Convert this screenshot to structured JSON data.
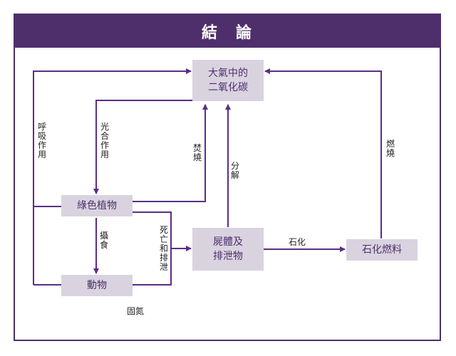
{
  "title": "結　論",
  "nodes": {
    "atmosphere_co2": "大氣中的\n二氧化碳",
    "green_plants": "綠色植物",
    "animals": "動物",
    "remains": "屍體及\n排泄物",
    "fossil_fuels": "石化燃料"
  },
  "labels": {
    "respiration": "呼吸作用",
    "photosynthesis": "光合作用",
    "burning_plants": "焚燒",
    "decomposition": "分解",
    "burning_fuels": "燃燒",
    "ingestion": "攝食",
    "death_excretion": "死亡和排泄",
    "fossilization": "石化",
    "nitrogen_fixation": "固氮"
  },
  "colors": {
    "accent": "#5b2d86",
    "title_bg": "#4e2f6b",
    "node_bg": "#d9d3e0"
  }
}
